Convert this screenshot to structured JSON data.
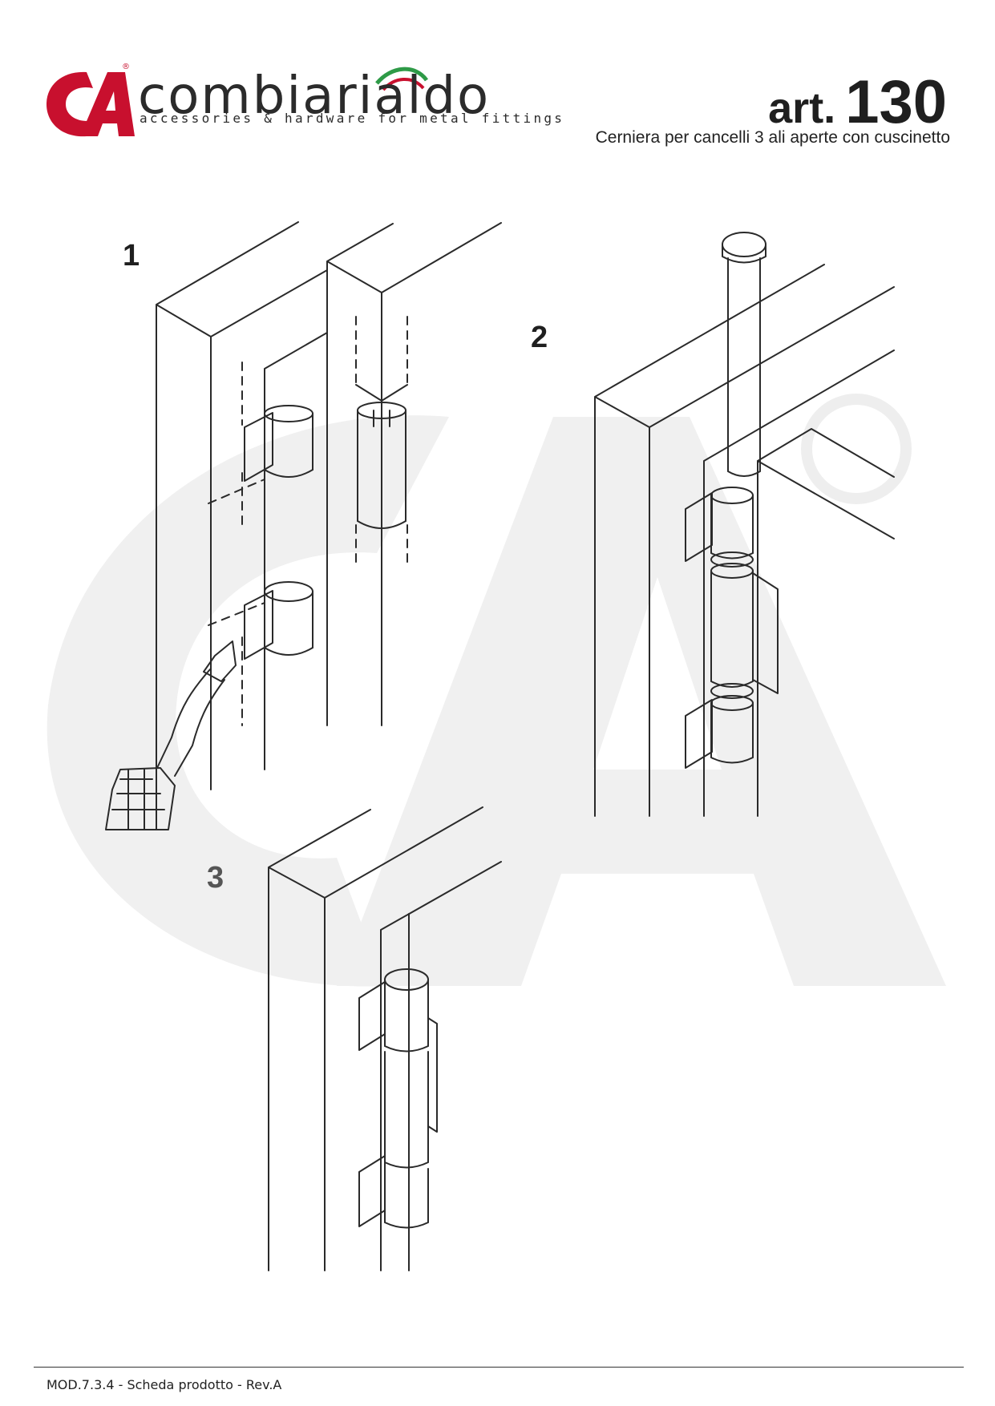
{
  "brand": {
    "name": "combiarialdo",
    "tagline": "accessories & hardware for metal fittings",
    "monogram": "CA",
    "colors": {
      "red": "#c8102e",
      "green": "#2e9a47",
      "dark": "#2b2b2b"
    }
  },
  "product": {
    "art_prefix": "art.",
    "art_number": "130",
    "description": "Cerniera per cancelli 3 ali aperte con  cuscinetto"
  },
  "steps": [
    "1",
    "2",
    "3"
  ],
  "footer": {
    "text": "MOD.7.3.4 - Scheda prodotto - Rev.A"
  }
}
